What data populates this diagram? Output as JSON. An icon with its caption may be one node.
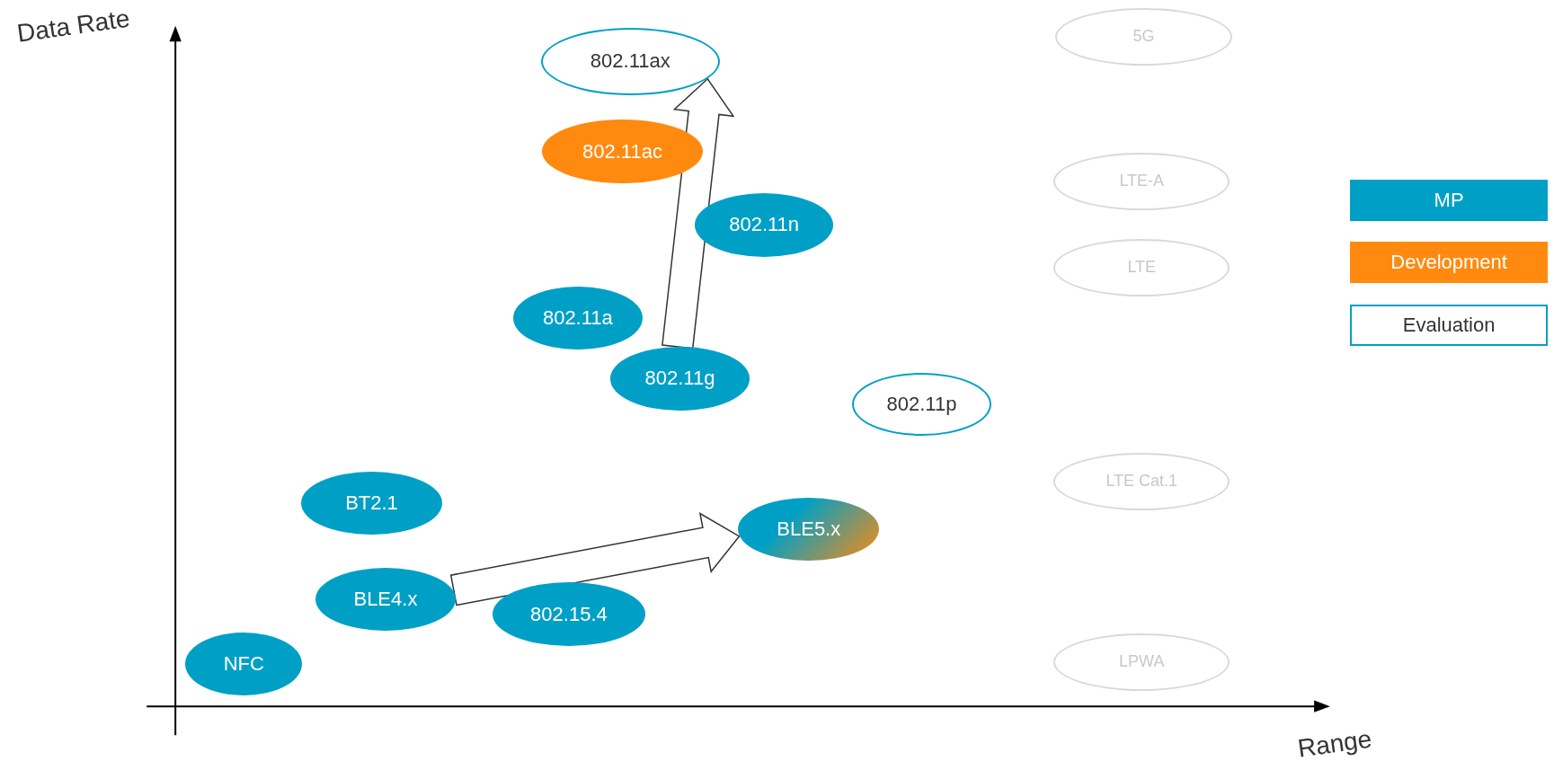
{
  "diagram": {
    "nodes": [
      {
        "text": [
          "802.11ax"
        ]
      },
      {
        "text": [
          "5G"
        ]
      },
      {
        "text": [
          "802.11ac"
        ]
      },
      {
        "text": [
          "LTE-A"
        ]
      },
      {
        "text": [
          "802.11n"
        ]
      },
      {
        "text": [
          "LTE"
        ]
      },
      {
        "text": [
          "802.11a"
        ]
      },
      {
        "text": [
          "802.11g"
        ]
      },
      {
        "text": [
          "802.11p"
        ]
      },
      {
        "text": [
          "BT2.1"
        ]
      },
      {
        "text": [
          "LTE Cat.1"
        ]
      },
      {
        "text": [
          "BLE5.x"
        ]
      },
      {
        "text": [
          "BLE4.x"
        ]
      },
      {
        "text": [
          "802.15.4"
        ]
      },
      {
        "text": [
          "NFC"
        ]
      },
      {
        "text": [
          "LPWA"
        ]
      }
    ],
    "edges": [
      {
        "from": 7,
        "to": 0,
        "arrow": "to"
      },
      {
        "from": 12,
        "to": 11,
        "arrow": "to"
      }
    ],
    "labels": [
      "Data Rate",
      "Range"
    ],
    "legend": [
      {
        "text": "MP",
        "color": "#00a0c6"
      },
      {
        "text": "Development",
        "color": "#ff8a0f"
      },
      {
        "text": "Evaluation"
      }
    ]
  }
}
